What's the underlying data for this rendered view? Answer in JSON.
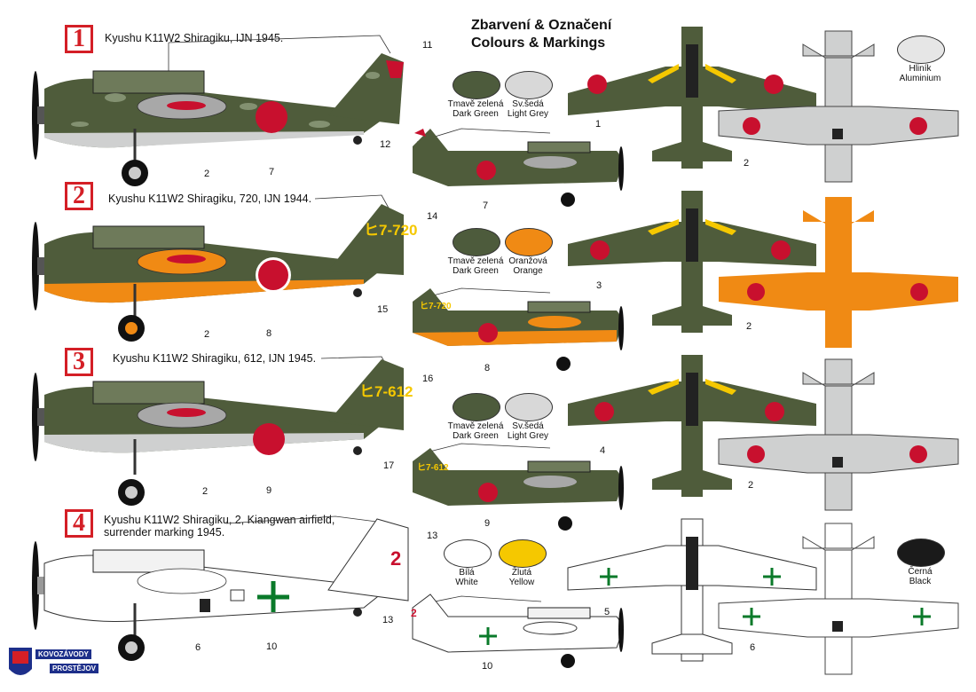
{
  "header": {
    "title_cs": "Zbarvení & Označení",
    "title_en": "Colours & Markings"
  },
  "schemes": [
    {
      "number": "1",
      "title": "Kyushu K11W2 Shiragiku, IJN 1945."
    },
    {
      "number": "2",
      "title": "Kyushu K11W2 Shiragiku, 720, IJN 1944."
    },
    {
      "number": "3",
      "title": "Kyushu K11W2 Shiragiku, 612, IJN 1945."
    },
    {
      "number": "4",
      "title_line1": "Kyushu K11W2 Shiragiku, 2, Kiangwan airfield,",
      "title_line2": "surrender marking 1945."
    }
  ],
  "swatches": [
    {
      "cs": "Tmavě zelená",
      "en": "Dark Green",
      "color": "#4d5b3c"
    },
    {
      "cs": "Sv.šedá",
      "en": "Light Grey",
      "color": "#d8d8d8"
    },
    {
      "cs": "Tmavě zelená",
      "en": "Dark Green",
      "color": "#4d5b3c"
    },
    {
      "cs": "Oranžová",
      "en": "Orange",
      "color": "#f08a14"
    },
    {
      "cs": "Tmavě zelená",
      "en": "Dark Green",
      "color": "#4d5b3c"
    },
    {
      "cs": "Sv.šedá",
      "en": "Light Grey",
      "color": "#d8d8d8"
    },
    {
      "cs": "Bílá",
      "en": "White",
      "color": "#ffffff"
    },
    {
      "cs": "Žlutá",
      "en": "Yellow",
      "color": "#f5c800"
    },
    {
      "cs": "Hliník",
      "en": "Aluminium",
      "color": "#e6e6e6"
    },
    {
      "cs": "Černá",
      "en": "Black",
      "color": "#1a1a1a"
    }
  ],
  "tail_codes": {
    "s2": "ヒ7-720",
    "s3": "ヒ7-612",
    "s4": "2"
  },
  "callouts": [
    "1",
    "2",
    "3",
    "4",
    "5",
    "6",
    "7",
    "8",
    "9",
    "10",
    "11",
    "12",
    "13",
    "14",
    "15",
    "16",
    "17"
  ],
  "colors": {
    "dark_green": "#4f5c3b",
    "light_grey": "#cfd0d0",
    "orange": "#f08a14",
    "hinomaru": "#c8102e",
    "yellow": "#f5c800",
    "surrender_green": "#0a7a2a",
    "badge_red": "#d41f26"
  },
  "logo": {
    "line1": "KOVOZÁVODY",
    "line2": "PROSTĚJOV"
  }
}
